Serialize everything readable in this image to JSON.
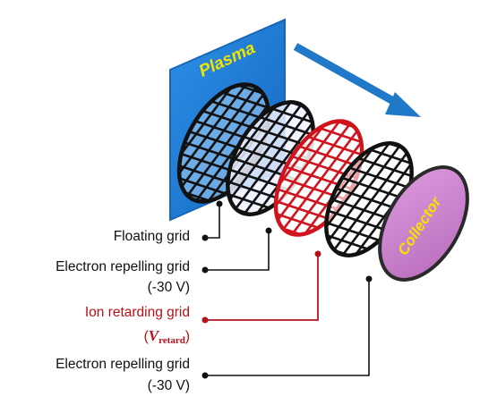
{
  "diagram": {
    "plasma_label": "Plasma",
    "collector_label": "Collector",
    "labels": {
      "floating": "Floating grid",
      "e_repel_1_name": "Electron repelling grid",
      "e_repel_1_volt": "(-30 V)",
      "ion_retard_name": "Ion retarding grid",
      "ion_retard_var": "V",
      "ion_retard_sub": "retard",
      "e_repel_2_name": "Electron repelling grid",
      "e_repel_2_volt": "(-30 V)"
    },
    "colors": {
      "plasma": "#1f7fd6",
      "arrow": "#1f78c8",
      "grid_black": "#111111",
      "grid_red": "#d0141e",
      "collector": "#cf86d2",
      "collector_edge": "#2a2a2a",
      "text_yellow": "#f2e300",
      "label_red": "#b5121b"
    }
  }
}
